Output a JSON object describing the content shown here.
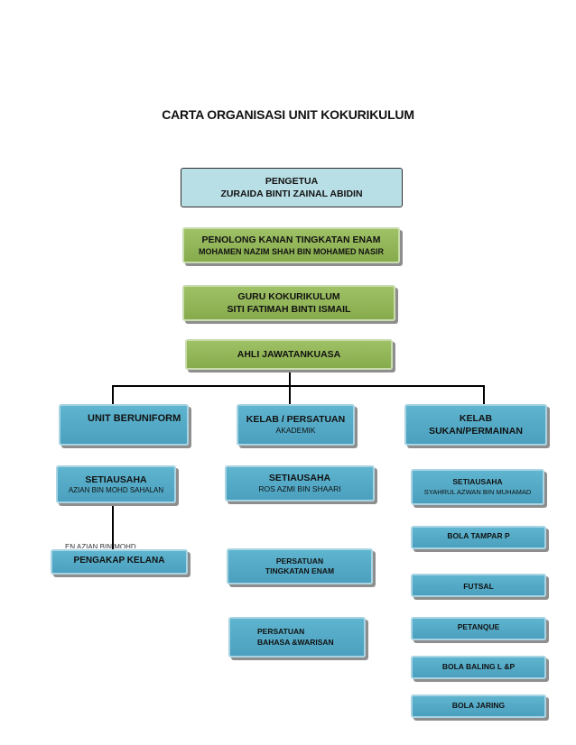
{
  "title": "CARTA ORGANISASI UNIT KOKURIKULUM",
  "pengetua": {
    "role": "PENGETUA",
    "name": "ZURAIDA BINTI ZAINAL ABIDIN"
  },
  "penolong": {
    "role": "PENOLONG KANAN TINGKATAN ENAM",
    "name": "MOHAMEN NAZIM SHAH BIN MOHAMED NASIR"
  },
  "guru": {
    "role": "GURU KOKURIKULUM",
    "name": "SITI FATIMAH BINTI ISMAIL"
  },
  "ahli": {
    "label": "AHLI JAWATANKUASA"
  },
  "units": {
    "beruniform": {
      "label": "UNIT BERUNIFORM",
      "setiausaha_label": "SETIAUSAHA",
      "setiausaha_name": "AZIAN BIN MOHD SAHALAN",
      "stray_text": "EN AZIAN BIN MOHD",
      "items": [
        "PENGAKAP KELANA"
      ]
    },
    "kelab": {
      "label_line1": "KELAB / PERSATUAN",
      "label_line2": "AKADEMIK",
      "setiausaha_label": "SETIAUSAHA",
      "setiausaha_name": "ROS AZMI BIN SHAARI",
      "items": [
        {
          "line1": "PERSATUAN",
          "line2": "TINGKATAN ENAM"
        },
        {
          "line1": "PERSATUAN",
          "line2": "BAHASA &WARISAN"
        }
      ]
    },
    "sukan": {
      "label_line1": "KELAB",
      "label_line2": "SUKAN/PERMAINAN",
      "setiausaha_label": "SETIAUSAHA",
      "setiausaha_name": "SYAHRUL AZWAN BIN MUHAMAD",
      "items": [
        "BOLA TAMPAR P",
        "FUTSAL",
        "PETANQUE",
        "BOLA BALING L &P",
        "BOLA JARING"
      ]
    }
  },
  "colors": {
    "light_box": "#b9dfe6",
    "green_box": "#93b658",
    "blue_box": "#52a8c5"
  }
}
